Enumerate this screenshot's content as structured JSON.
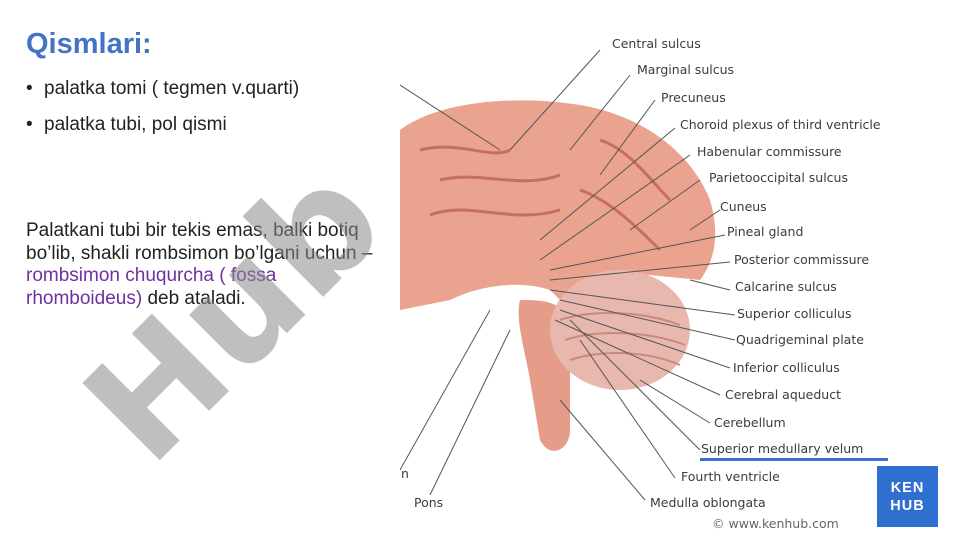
{
  "slide": {
    "title": "Qismlari:",
    "bullets": [
      "palatka tomi ( tegmen v.quarti)",
      "palatka tubi, pol qismi"
    ],
    "paragraph": {
      "part1": "Palatkani tubi bir tekis emas, balki botiq bo’lib, shakli rombsimon bo’lgani uchun – ",
      "highlight": "rombsimon chuqurcha ( fossa rhomboideus)",
      "part2": " deb ataladi."
    }
  },
  "figure": {
    "labels": [
      "Central sulcus",
      "Marginal sulcus",
      "Precuneus",
      "Choroid plexus of third ventricle",
      "Habenular commissure",
      "Parietooccipital sulcus",
      "Cuneus",
      "Pineal gland",
      "Posterior commissure",
      "Calcarine sulcus",
      "Superior colliculus",
      "Quadrigeminal plate",
      "Inferior colliculus",
      "Cerebral aqueduct",
      "Cerebellum",
      "Superior medullary velum",
      "Fourth ventricle",
      "Medulla oblongata"
    ],
    "left_labels": [
      "n",
      "Pons"
    ],
    "logo": {
      "line1": "KEN",
      "line2": "HUB"
    },
    "copyright": "© www.kenhub.com",
    "watermark": "Hub",
    "colors": {
      "brain": "#e9a38f",
      "cerebellum": "#e8b8ae",
      "logo": "#2f6fd0",
      "highlight": "#3a6fd8"
    }
  }
}
